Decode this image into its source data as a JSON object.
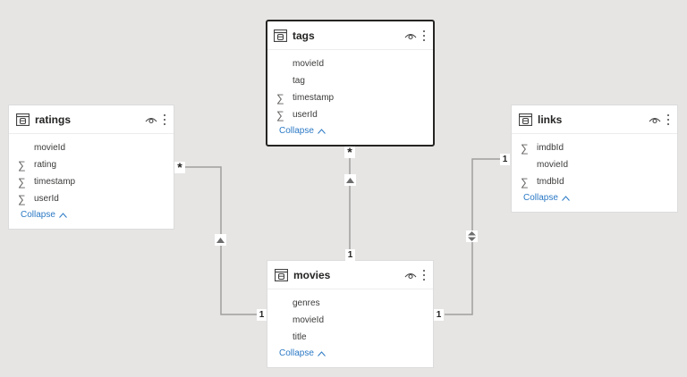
{
  "colors": {
    "canvas": "#e6e5e4",
    "card": "#ffffff",
    "selected_border": "#252423",
    "link": "#2b79c5",
    "line": "#a19f9d"
  },
  "tables": {
    "tags": {
      "title": "tags",
      "selected": true,
      "fields": [
        {
          "name": "movieId",
          "aggregate": false
        },
        {
          "name": "tag",
          "aggregate": false
        },
        {
          "name": "timestamp",
          "aggregate": true
        },
        {
          "name": "userId",
          "aggregate": true
        }
      ],
      "collapse_label": "Collapse"
    },
    "ratings": {
      "title": "ratings",
      "fields": [
        {
          "name": "movieId",
          "aggregate": false
        },
        {
          "name": "rating",
          "aggregate": true
        },
        {
          "name": "timestamp",
          "aggregate": true
        },
        {
          "name": "userId",
          "aggregate": true
        }
      ],
      "collapse_label": "Collapse"
    },
    "links": {
      "title": "links",
      "fields": [
        {
          "name": "imdbId",
          "aggregate": true
        },
        {
          "name": "movieId",
          "aggregate": false
        },
        {
          "name": "tmdbId",
          "aggregate": true
        }
      ],
      "collapse_label": "Collapse"
    },
    "movies": {
      "title": "movies",
      "fields": [
        {
          "name": "genres",
          "aggregate": false
        },
        {
          "name": "movieId",
          "aggregate": false
        },
        {
          "name": "title",
          "aggregate": false
        }
      ],
      "collapse_label": "Collapse"
    }
  },
  "relationships": [
    {
      "from": "ratings",
      "to": "movies",
      "from_card": "*",
      "to_card": "1",
      "direction": "single"
    },
    {
      "from": "tags",
      "to": "movies",
      "from_card": "*",
      "to_card": "1",
      "direction": "single"
    },
    {
      "from": "links",
      "to": "movies",
      "from_card": "1",
      "to_card": "1",
      "direction": "both"
    }
  ],
  "symbols": {
    "sigma": "∑"
  }
}
